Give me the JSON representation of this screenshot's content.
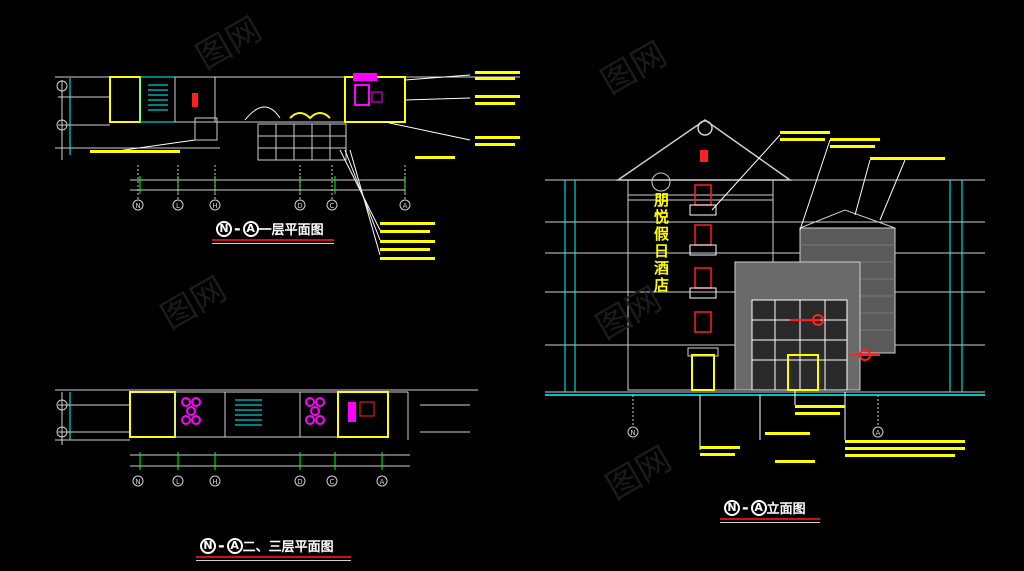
{
  "drawings": {
    "floor1": {
      "title_main": "一层平面图",
      "axis_from": "N",
      "axis_to": "A",
      "axis_labels": [
        "N",
        "L",
        "H",
        "D",
        "C",
        "A"
      ]
    },
    "floor23": {
      "title_main": "二、三层平面图",
      "axis_from": "N",
      "axis_to": "A",
      "axis_labels": [
        "N",
        "L",
        "H",
        "D",
        "C",
        "A"
      ]
    },
    "elevation": {
      "title_main": "立面图",
      "axis_from": "N",
      "axis_to": "A",
      "sign_text": "朋悦假日酒店",
      "axis_labels": [
        "N",
        "A"
      ]
    }
  },
  "colors": {
    "background": "#000000",
    "cyan": "#00ffff",
    "yellow": "#ffff00",
    "white": "#ffffff",
    "magenta": "#ff00ff",
    "red": "#ff2020",
    "green": "#00ff00",
    "gray": "#8a8a8a"
  },
  "watermark_icon": "logo-watermark"
}
